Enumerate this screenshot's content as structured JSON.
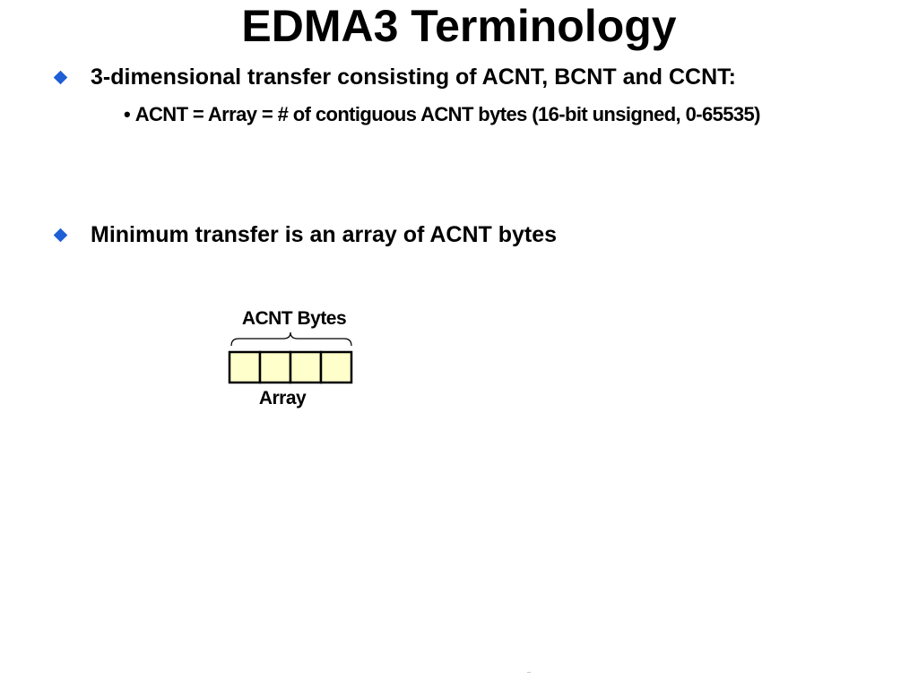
{
  "slide": {
    "title": "EDMA3 Terminology"
  },
  "bullets": [
    {
      "text": "3-dimensional transfer consisting of ACNT, BCNT and CCNT:",
      "sub_bullets": [
        "ACNT = Array = # of contiguous ACNT bytes (16-bit unsigned, 0-65535)"
      ]
    },
    {
      "text": "Minimum transfer is an array of ACNT bytes"
    }
  ],
  "sub_bullet_marker": "•",
  "diagram": {
    "brace_label": "ACNT Bytes",
    "array_label": "Array",
    "cell_count": 4,
    "colors": {
      "cell_fill": "#ffffcc",
      "cell_stroke": "#000000",
      "bullet": "#1f5fd6"
    }
  }
}
